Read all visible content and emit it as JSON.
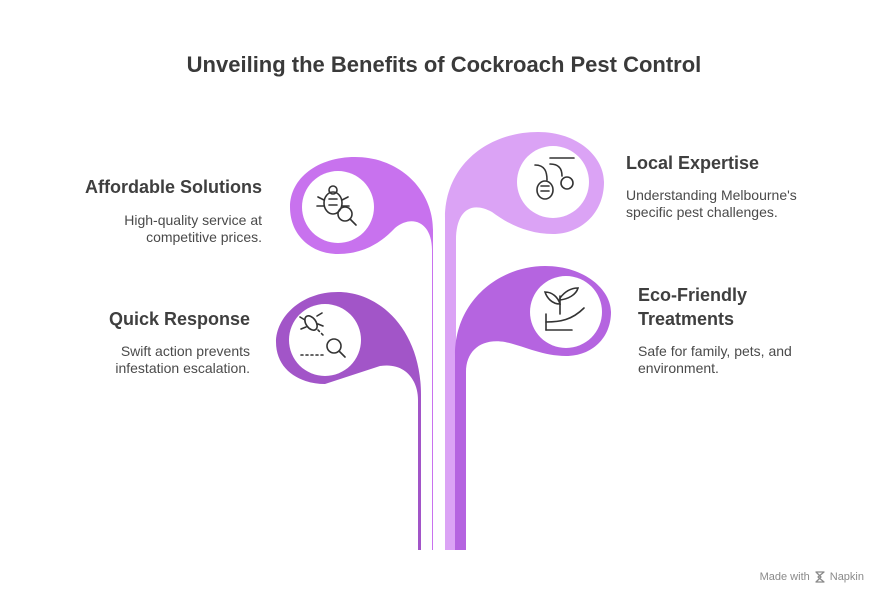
{
  "title": "Unveiling the Benefits of Cockroach Pest Control",
  "items": [
    {
      "heading": "Affordable Solutions",
      "description_lines": [
        "High-quality service at",
        "competitive prices."
      ],
      "icon": "bug-magnifier-icon",
      "color": "#c872ee"
    },
    {
      "heading": "Local Expertise",
      "description_lines": [
        "Understanding Melbourne's",
        "specific pest challenges."
      ],
      "icon": "pest-in-pipe-icon",
      "color": "#dba3f5"
    },
    {
      "heading": "Quick Response",
      "description_lines": [
        "Swift action prevents",
        "infestation escalation."
      ],
      "icon": "pest-detection-icon",
      "color": "#a255c8"
    },
    {
      "heading": "Eco-Friendly Treatments",
      "heading_lines": [
        "Eco-Friendly",
        "Treatments"
      ],
      "description_lines": [
        "Safe for family, pets, and",
        "environment."
      ],
      "icon": "plant-hand-icon",
      "color": "#b564e0"
    }
  ],
  "footer": {
    "made_with": "Made with",
    "brand": "Napkin"
  }
}
